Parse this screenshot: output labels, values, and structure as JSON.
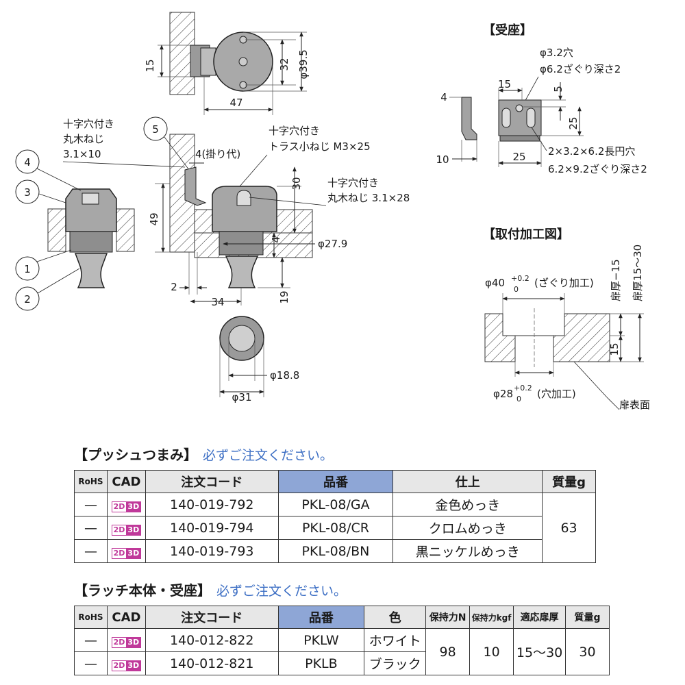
{
  "drawing": {
    "top_view": {
      "d15": "15",
      "d32": "32",
      "d39_5": "φ39.5",
      "d47": "47"
    },
    "side_view": {
      "part_callouts": [
        "1",
        "2",
        "3",
        "4",
        "5"
      ],
      "wood_screw_3_1x10": [
        "十字穴付き",
        "丸木ねじ",
        "3.1×10"
      ],
      "truss_screw": [
        "十字穴付き",
        "トラス小ねじ M3×25"
      ],
      "wood_screw_3_1x28": [
        "十字穴付き",
        "丸木ねじ 3.1×28"
      ],
      "hook_allowance": "4(掛り代)",
      "d30": "30",
      "d49": "49",
      "d4": "4",
      "d27_9": "φ27.9",
      "d2": "2",
      "d34": "34",
      "d19": "19"
    },
    "bottom_view": {
      "d18_8": "φ18.8",
      "d31": "φ31"
    },
    "receiver": {
      "title": "【受座】",
      "hole_note": [
        "φ3.2穴",
        "φ6.2ざぐり深さ2"
      ],
      "d4": "4",
      "d10": "10",
      "d15": "15",
      "d5": "5",
      "d25_v": "25",
      "d25_h": "25",
      "slot_note": [
        "2×3.2×6.2長円穴",
        "6.2×9.2ざぐり深さ2"
      ]
    },
    "mounting": {
      "title": "【取付加工図】",
      "d40_base": "φ40",
      "d40_tol_upper": "+0.2",
      "d40_tol_lower": "0",
      "d40_note": "(ざぐり加工)",
      "d28_base": "φ28",
      "d28_tol_upper": "+0.2",
      "d28_tol_lower": "0",
      "d28_note": "(穴加工)",
      "door_minus_15": "扉厚−15",
      "door_15_30": "扉厚15〜30",
      "d15": "15",
      "door_surface": "扉表面"
    }
  },
  "push_knob": {
    "title": "【プッシュつまみ】",
    "order_note": "必ずご注文ください。",
    "headers": [
      "RoHS",
      "CAD",
      "注文コード",
      "品番",
      "仕上",
      "質量g"
    ],
    "cad_badge": [
      "2D",
      "3D"
    ],
    "rows": [
      {
        "rohs": "—",
        "code": "140-019-792",
        "part": "PKL-08/GA",
        "finish": "金色めっき"
      },
      {
        "rohs": "—",
        "code": "140-019-794",
        "part": "PKL-08/CR",
        "finish": "クロムめっき"
      },
      {
        "rohs": "—",
        "code": "140-019-793",
        "part": "PKL-08/BN",
        "finish": "黒ニッケルめっき"
      }
    ],
    "mass": "63"
  },
  "latch_body": {
    "title": "【ラッチ本体・受座】",
    "order_note": "必ずご注文ください。",
    "headers": [
      "RoHS",
      "CAD",
      "注文コード",
      "品番",
      "色",
      "保持力N",
      "保持力kgf",
      "適応扉厚",
      "質量g"
    ],
    "cad_badge": [
      "2D",
      "3D"
    ],
    "rows": [
      {
        "rohs": "—",
        "code": "140-012-822",
        "part": "PKLW",
        "color": "ホワイト"
      },
      {
        "rohs": "—",
        "code": "140-012-821",
        "part": "PKLB",
        "color": "ブラック"
      }
    ],
    "holding_n": "98",
    "holding_kgf": "10",
    "door_thickness": "15〜30",
    "mass": "30",
    "colors": {
      "header_highlight": "#8ea6d6",
      "header_gray": "#e7e7e7",
      "cad_magenta": "#c0399a",
      "order_note_blue": "#3d6fc4"
    }
  }
}
